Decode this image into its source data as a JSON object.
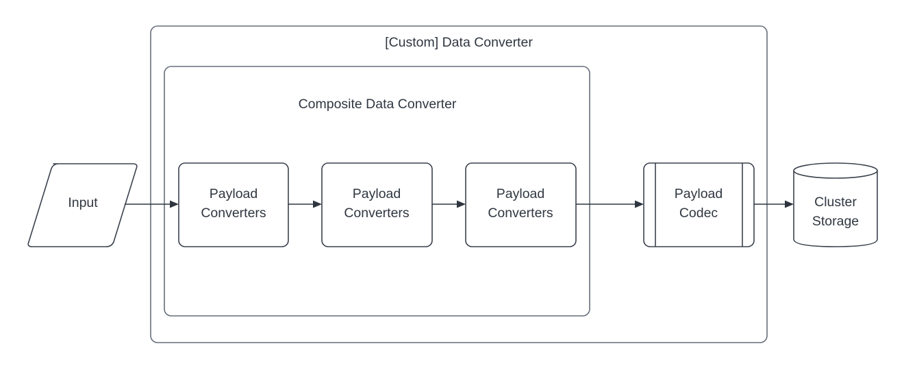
{
  "diagram": {
    "title": "[Custom] Data Converter",
    "colors": {
      "background": "#ffffff",
      "text": "#2f3640",
      "container_stroke": "#666e7a",
      "shape_stroke": "#3a414d",
      "connector": "#2f3640"
    },
    "containers": [
      {
        "id": "custom-data-converter",
        "label": "[Custom] Data Converter",
        "shape": "rounded-rectangle"
      },
      {
        "id": "composite-data-converter",
        "label": "Composite Data Converter",
        "shape": "rounded-rectangle"
      }
    ],
    "nodes": [
      {
        "id": "input",
        "label": "Input",
        "shape": "parallelogram"
      },
      {
        "id": "payload-converters-1",
        "label_line1": "Payload",
        "label_line2": "Converters",
        "shape": "rounded-rectangle"
      },
      {
        "id": "payload-converters-2",
        "label_line1": "Payload",
        "label_line2": "Converters",
        "shape": "rounded-rectangle"
      },
      {
        "id": "payload-converters-3",
        "label_line1": "Payload",
        "label_line2": "Converters",
        "shape": "rounded-rectangle"
      },
      {
        "id": "payload-codec",
        "label_line1": "Payload",
        "label_line2": "Codec",
        "shape": "process-module"
      },
      {
        "id": "cluster-storage",
        "label_line1": "Cluster",
        "label_line2": "Storage",
        "shape": "cylinder"
      }
    ],
    "connectors": [
      {
        "id": "input-to-converter-1",
        "from": "input",
        "to": "payload-converters-1",
        "style": "arrow"
      },
      {
        "id": "converter-1-to-converter-2",
        "from": "payload-converters-1",
        "to": "payload-converters-2",
        "style": "arrow"
      },
      {
        "id": "converter-2-to-converter-3",
        "from": "payload-converters-2",
        "to": "payload-converters-3",
        "style": "arrow"
      },
      {
        "id": "converter-3-to-codec",
        "from": "payload-converters-3",
        "to": "payload-codec",
        "style": "arrow"
      },
      {
        "id": "codec-to-cluster-storage",
        "from": "payload-codec",
        "to": "cluster-storage",
        "style": "arrow"
      }
    ]
  }
}
